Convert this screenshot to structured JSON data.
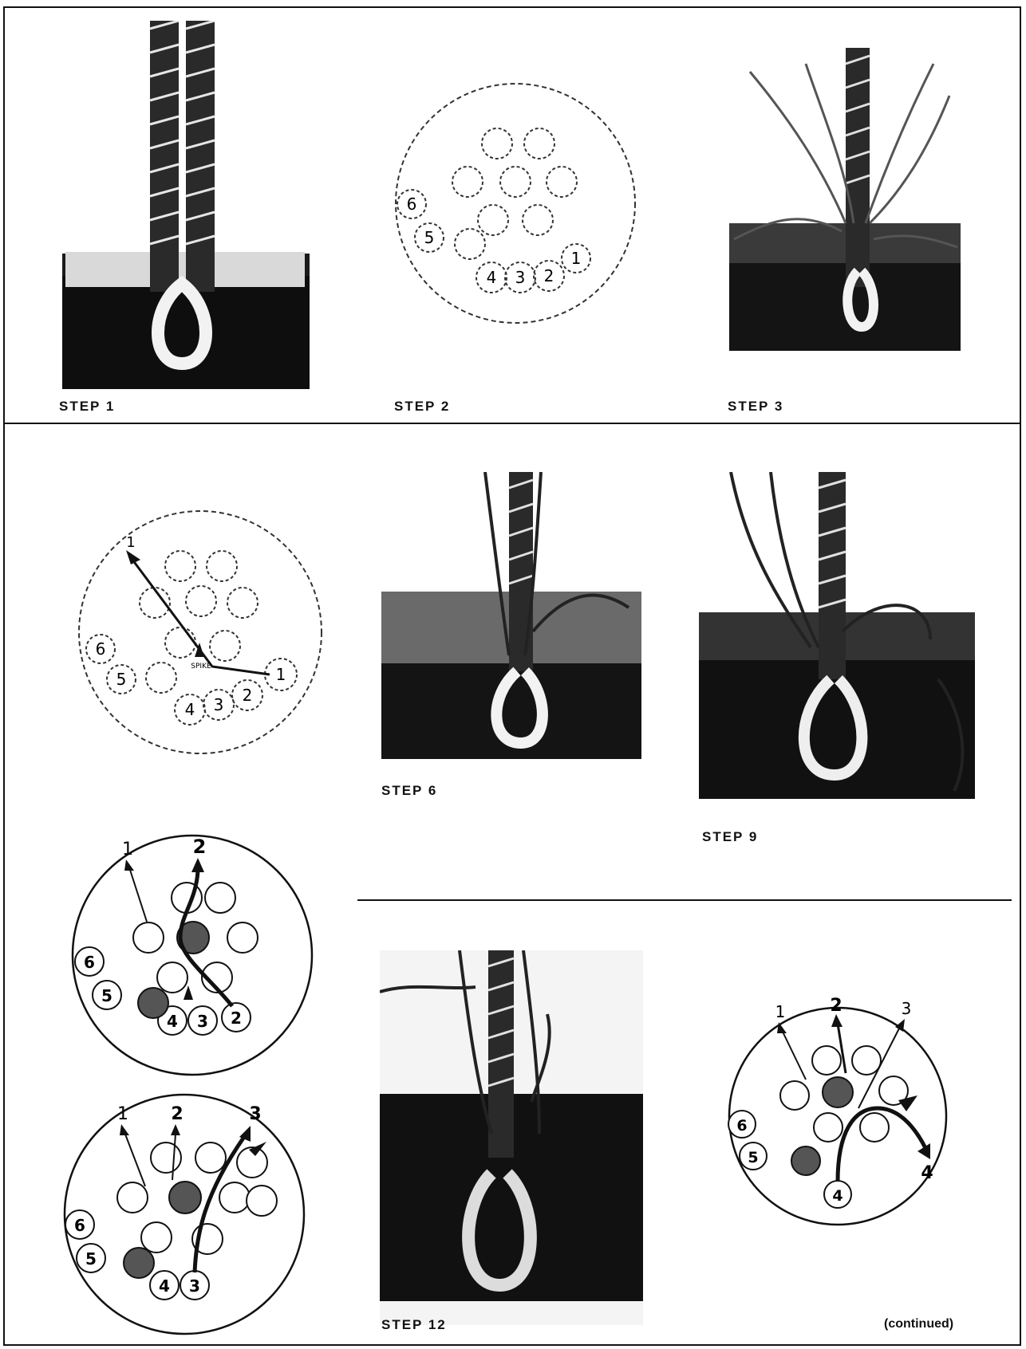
{
  "steps": {
    "step1": "STEP 1",
    "step2": "STEP 2",
    "step3": "STEP 3",
    "step6": "STEP 6",
    "step9": "STEP 9",
    "step12": "STEP 12"
  },
  "continued": "(continued)",
  "diagram_labels": {
    "n1": "1",
    "n2": "2",
    "n3": "3",
    "n4": "4",
    "n5": "5",
    "n6": "6",
    "spike": "SPIKE"
  }
}
